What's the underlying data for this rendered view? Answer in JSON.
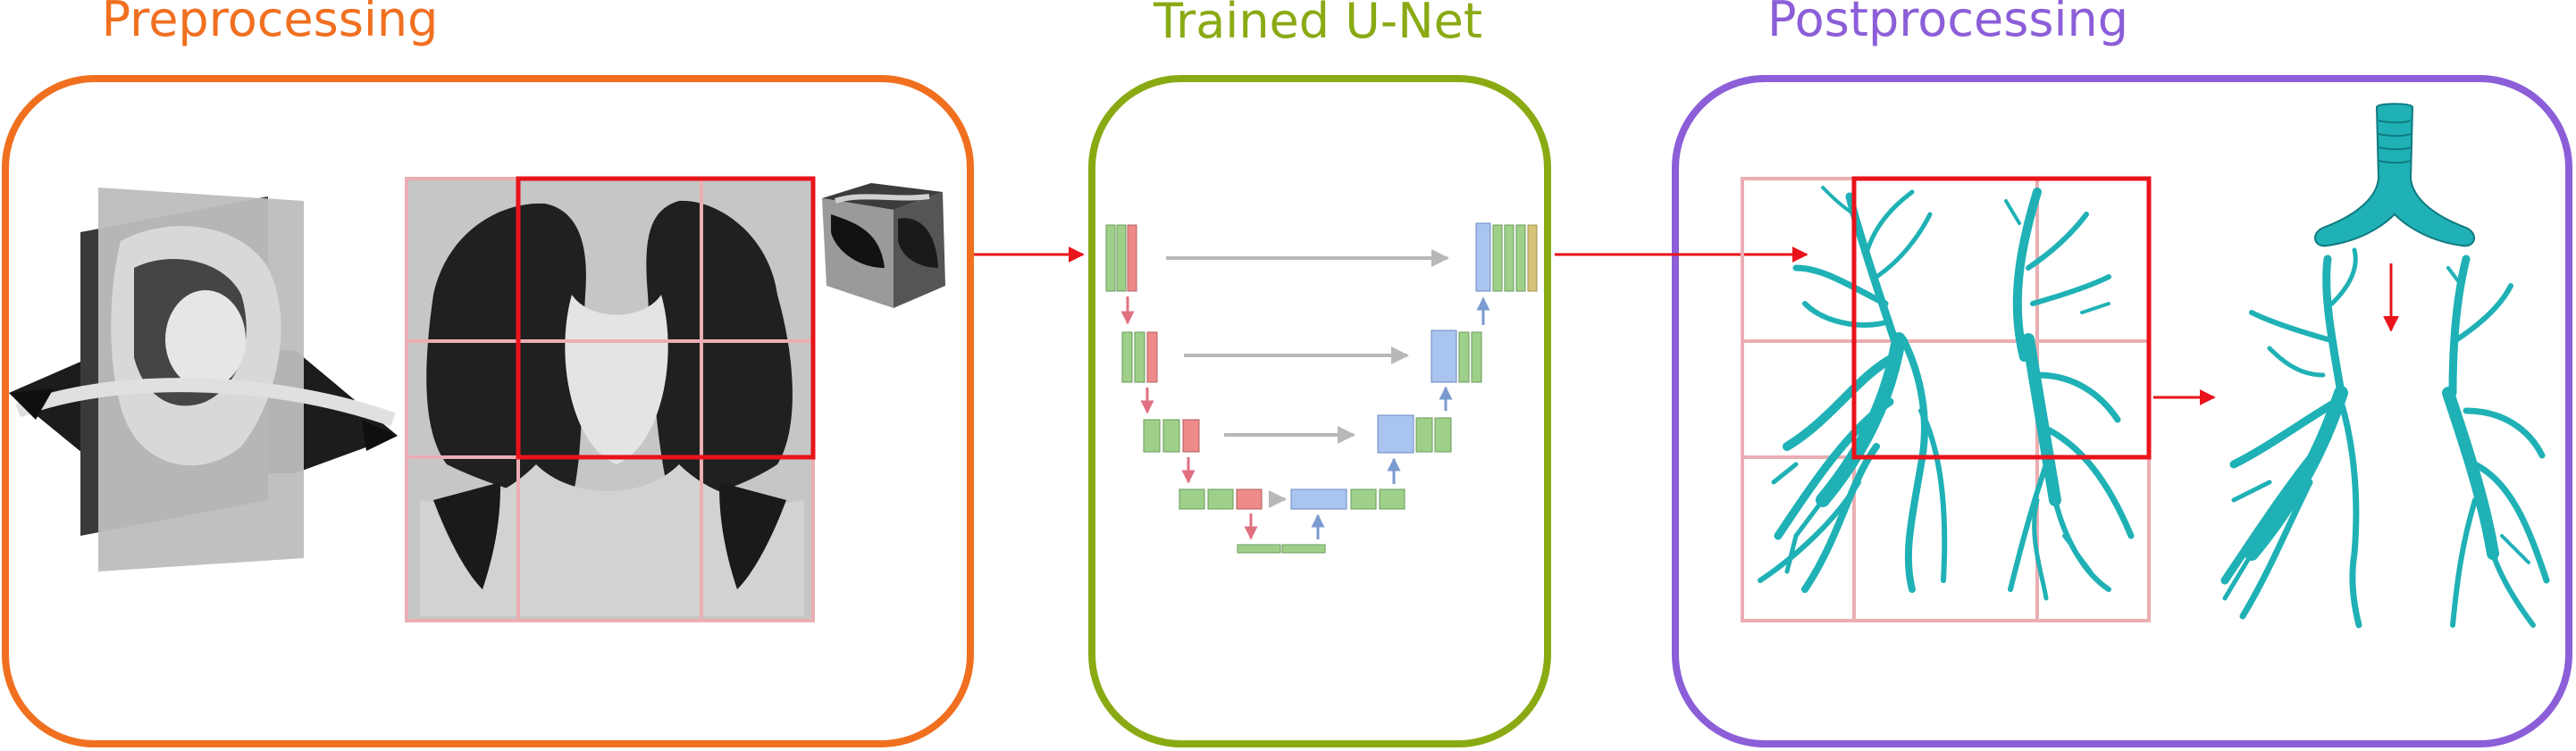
{
  "stages": [
    {
      "id": "preprocessing",
      "title": "Preprocessing",
      "color": "#f07020"
    },
    {
      "id": "unet",
      "title": "Trained U-Net",
      "color": "#8aaa14"
    },
    {
      "id": "postprocessing",
      "title": "Postprocessing",
      "color": "#8c5ed8"
    }
  ],
  "colors": {
    "arrow": "#e8131b",
    "patch_grid": "#eaaeb3",
    "patch_highlight": "#e8131b",
    "airway": "#1fb1b5",
    "airway_dark": "#0f7a80",
    "lung": "#202020",
    "tissue": "#c8c8c8",
    "unet_green": "#9fd08a",
    "unet_red": "#ee8a8a",
    "unet_blue": "#a9c4ee",
    "unet_yellow": "#d8c478",
    "skip_connection": "#b8b8b8"
  },
  "icons": [
    "ct-orthogonal-planes-icon",
    "ct-coronal-slice-icon",
    "ct-volume-cube-icon",
    "airway-tree-icon",
    "trachea-icon"
  ]
}
